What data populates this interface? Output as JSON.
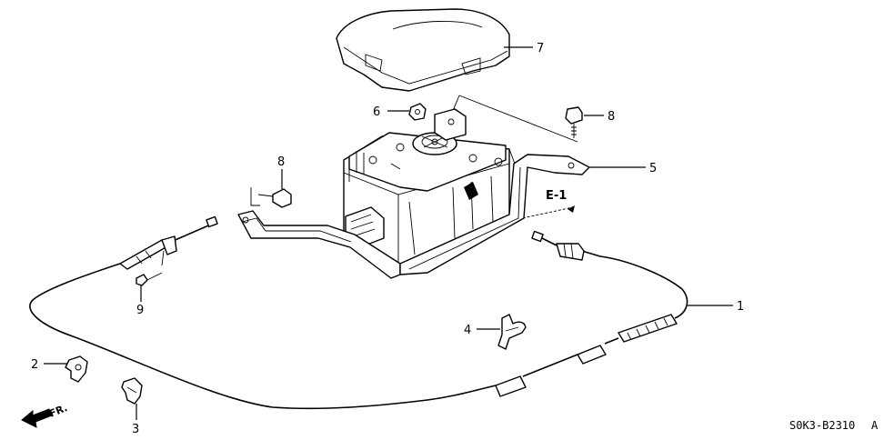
{
  "callouts": {
    "c1": "1",
    "c2": "2",
    "c3": "3",
    "c4": "4",
    "c5": "5",
    "c6": "6",
    "c7": "7",
    "c8a": "8",
    "c8b": "8",
    "c9": "9"
  },
  "section_ref": "E-1",
  "direction_label": "FR.",
  "drawing_code": "S0K3-B2310",
  "revision": "A"
}
